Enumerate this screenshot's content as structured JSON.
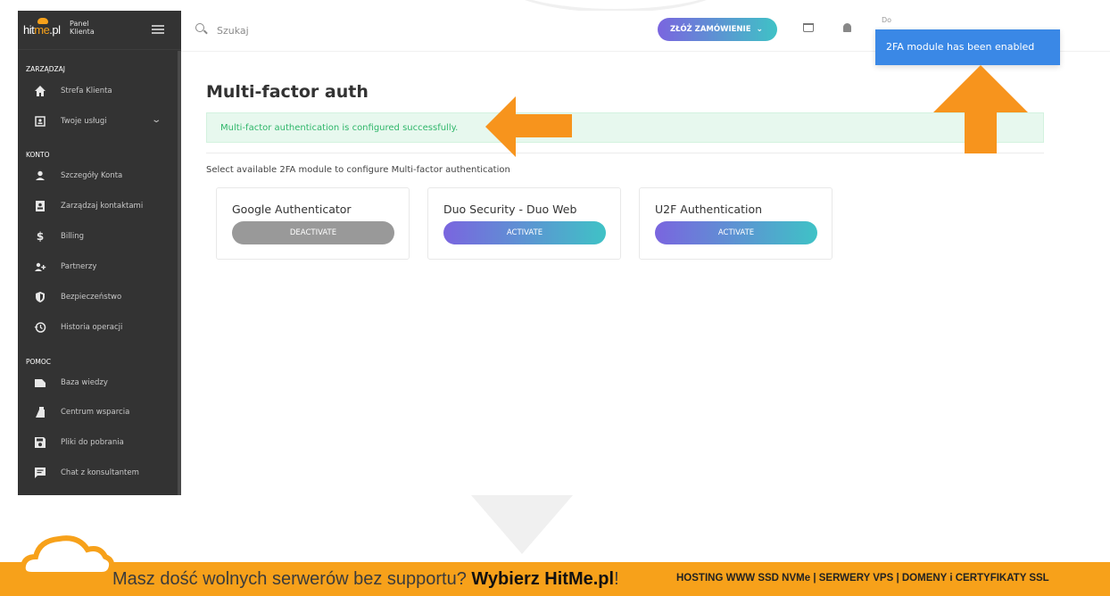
{
  "logo": {
    "brand_a": "hit",
    "brand_b": "me",
    "brand_c": ".pl",
    "panel": "Panel Klienta"
  },
  "search": {
    "placeholder": "Szukaj"
  },
  "topbar": {
    "order_button": "ZŁÓŻ ZAMÓWIENIE",
    "order_chevron": "⌄",
    "right_partial": "Do"
  },
  "toast": {
    "text": "2FA module has been enabled"
  },
  "sidebar": {
    "sections": [
      "ZARZĄDZAJ",
      "KONTO",
      "POMOC"
    ],
    "items": [
      {
        "label": "Strefa Klienta",
        "icon": "home-icon"
      },
      {
        "label": "Twoje usługi",
        "icon": "services-icon"
      },
      {
        "label": "Szczegóły Konta",
        "icon": "user-icon"
      },
      {
        "label": "Zarządzaj kontaktami",
        "icon": "contacts-icon"
      },
      {
        "label": "Billing",
        "icon": "dollar-icon"
      },
      {
        "label": "Partnerzy",
        "icon": "partners-icon"
      },
      {
        "label": "Bezpieczeństwo",
        "icon": "shield-icon"
      },
      {
        "label": "Historia operacji",
        "icon": "history-icon"
      },
      {
        "label": "Baza wiedzy",
        "icon": "folder-icon"
      },
      {
        "label": "Centrum wsparcia",
        "icon": "support-icon"
      },
      {
        "label": "Pliki do pobrania",
        "icon": "save-icon"
      },
      {
        "label": "Chat z konsultantem",
        "icon": "chat-icon"
      }
    ]
  },
  "main": {
    "title": "Multi-factor auth",
    "success": "Multi-factor authentication is configured successfully.",
    "description": "Select available 2FA module to configure Multi-factor authentication",
    "modules": [
      {
        "name": "Google Authenticator",
        "button": "DEACTIVATE"
      },
      {
        "name": "Duo Security - Duo Web",
        "button": "ACTIVATE"
      },
      {
        "name": "U2F Authentication",
        "button": "ACTIVATE"
      }
    ]
  },
  "banner": {
    "text_a": "Masz dość wolnych serwerów bez supportu? ",
    "text_b": "Wybierz HitMe.pl",
    "text_c": "!",
    "right": "HOSTING WWW SSD NVMe | SERWERY VPS | DOMENY i CERTYFIKATY SSL"
  },
  "colors": {
    "accent_from": "#7a65df",
    "accent_to": "#3fc2c6",
    "toast": "#3a88e6",
    "success": "#2fb66a",
    "banner": "#f7a11a",
    "arrow": "#f7941d"
  }
}
